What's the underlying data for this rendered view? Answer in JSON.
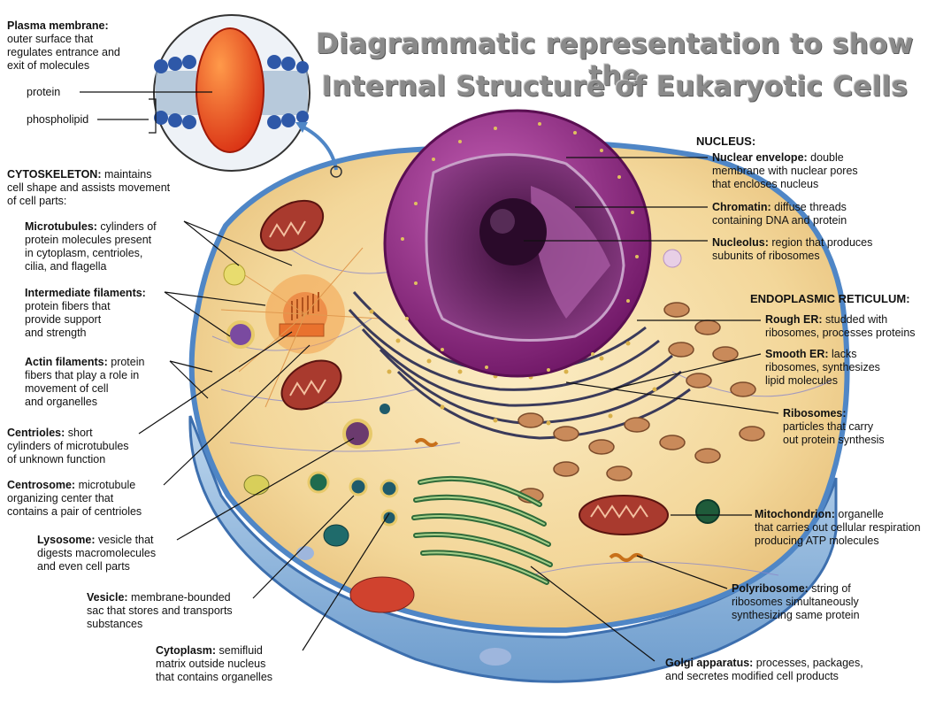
{
  "title": {
    "line1": "Diagrammatic representation to show the",
    "line2": "Internal Structure of Eukaryotic Cells"
  },
  "plasma_membrane": {
    "term": "Plasma membrane:",
    "desc1": "outer surface that",
    "desc2": "regulates entrance and",
    "desc3": "exit of molecules",
    "protein": "protein",
    "phospholipid": "phospholipid"
  },
  "cytoskeleton": {
    "term": "CYTOSKELETON:",
    "desc1": " maintains",
    "desc2": "cell shape and assists movement",
    "desc3": "of cell parts:"
  },
  "microtubules": {
    "term": "Microtubules:",
    "d1": " cylinders of",
    "d2": "protein molecules present",
    "d3": "in cytoplasm, centrioles,",
    "d4": "cilia, and flagella"
  },
  "intermediate": {
    "term": "Intermediate filaments:",
    "d1": "protein fibers that",
    "d2": "provide support",
    "d3": "and strength"
  },
  "actin": {
    "term": "Actin filaments:",
    "d1": " protein",
    "d2": "fibers that play a role in",
    "d3": "movement of cell",
    "d4": "and organelles"
  },
  "centrioles": {
    "term": "Centrioles:",
    "d1": " short",
    "d2": "cylinders of microtubules",
    "d3": "of unknown function"
  },
  "centrosome": {
    "term": "Centrosome:",
    "d1": " microtubule",
    "d2": "organizing center that",
    "d3": "contains a pair of centrioles"
  },
  "lysosome": {
    "term": "Lysosome:",
    "d1": " vesicle that",
    "d2": "digests macromolecules",
    "d3": "and even cell parts"
  },
  "vesicle": {
    "term": "Vesicle:",
    "d1": " membrane-bounded",
    "d2": "sac that stores and transports",
    "d3": "substances"
  },
  "cytoplasm": {
    "term": "Cytoplasm:",
    "d1": " semifluid",
    "d2": "matrix outside nucleus",
    "d3": "that contains organelles"
  },
  "nucleus": {
    "header": "NUCLEUS:",
    "envelope_term": "Nuclear envelope:",
    "envelope_d1": " double",
    "envelope_d2": "membrane with nuclear pores",
    "envelope_d3": "that encloses nucleus",
    "chromatin_term": "Chromatin:",
    "chromatin_d1": " diffuse threads",
    "chromatin_d2": "containing DNA and protein",
    "nucleolus_term": "Nucleolus:",
    "nucleolus_d1": " region that produces",
    "nucleolus_d2": "subunits of ribosomes"
  },
  "er": {
    "header": "ENDOPLASMIC RETICULUM:",
    "rough_term": "Rough ER:",
    "rough_d1": " studded with",
    "rough_d2": "ribosomes, processes proteins",
    "smooth_term": "Smooth ER:",
    "smooth_d1": " lacks",
    "smooth_d2": "ribosomes, synthesizes",
    "smooth_d3": "lipid molecules"
  },
  "ribosomes": {
    "term": "Ribosomes:",
    "d1": "particles that carry",
    "d2": "out protein synthesis"
  },
  "mitochondrion": {
    "term": "Mitochondrion:",
    "d1": " organelle",
    "d2": "that carries out cellular respiration",
    "d3": "producing ATP molecules"
  },
  "polyribosome": {
    "term": "Polyribosome:",
    "d1": " string of",
    "d2": "ribosomes simultaneously",
    "d3": "synthesizing same protein"
  },
  "golgi": {
    "term": "Golgi apparatus:",
    "d1": " processes, packages,",
    "d2": "and secretes modified cell products"
  },
  "colors": {
    "membrane_blue": "#4f86c6",
    "cytoplasm": "#f6e2b0",
    "nucleus_purple": "#9b2f8f",
    "mitochondria": "#a93a2e",
    "golgi_green": "#2f6b3a",
    "protein_red": "#e8421c"
  }
}
